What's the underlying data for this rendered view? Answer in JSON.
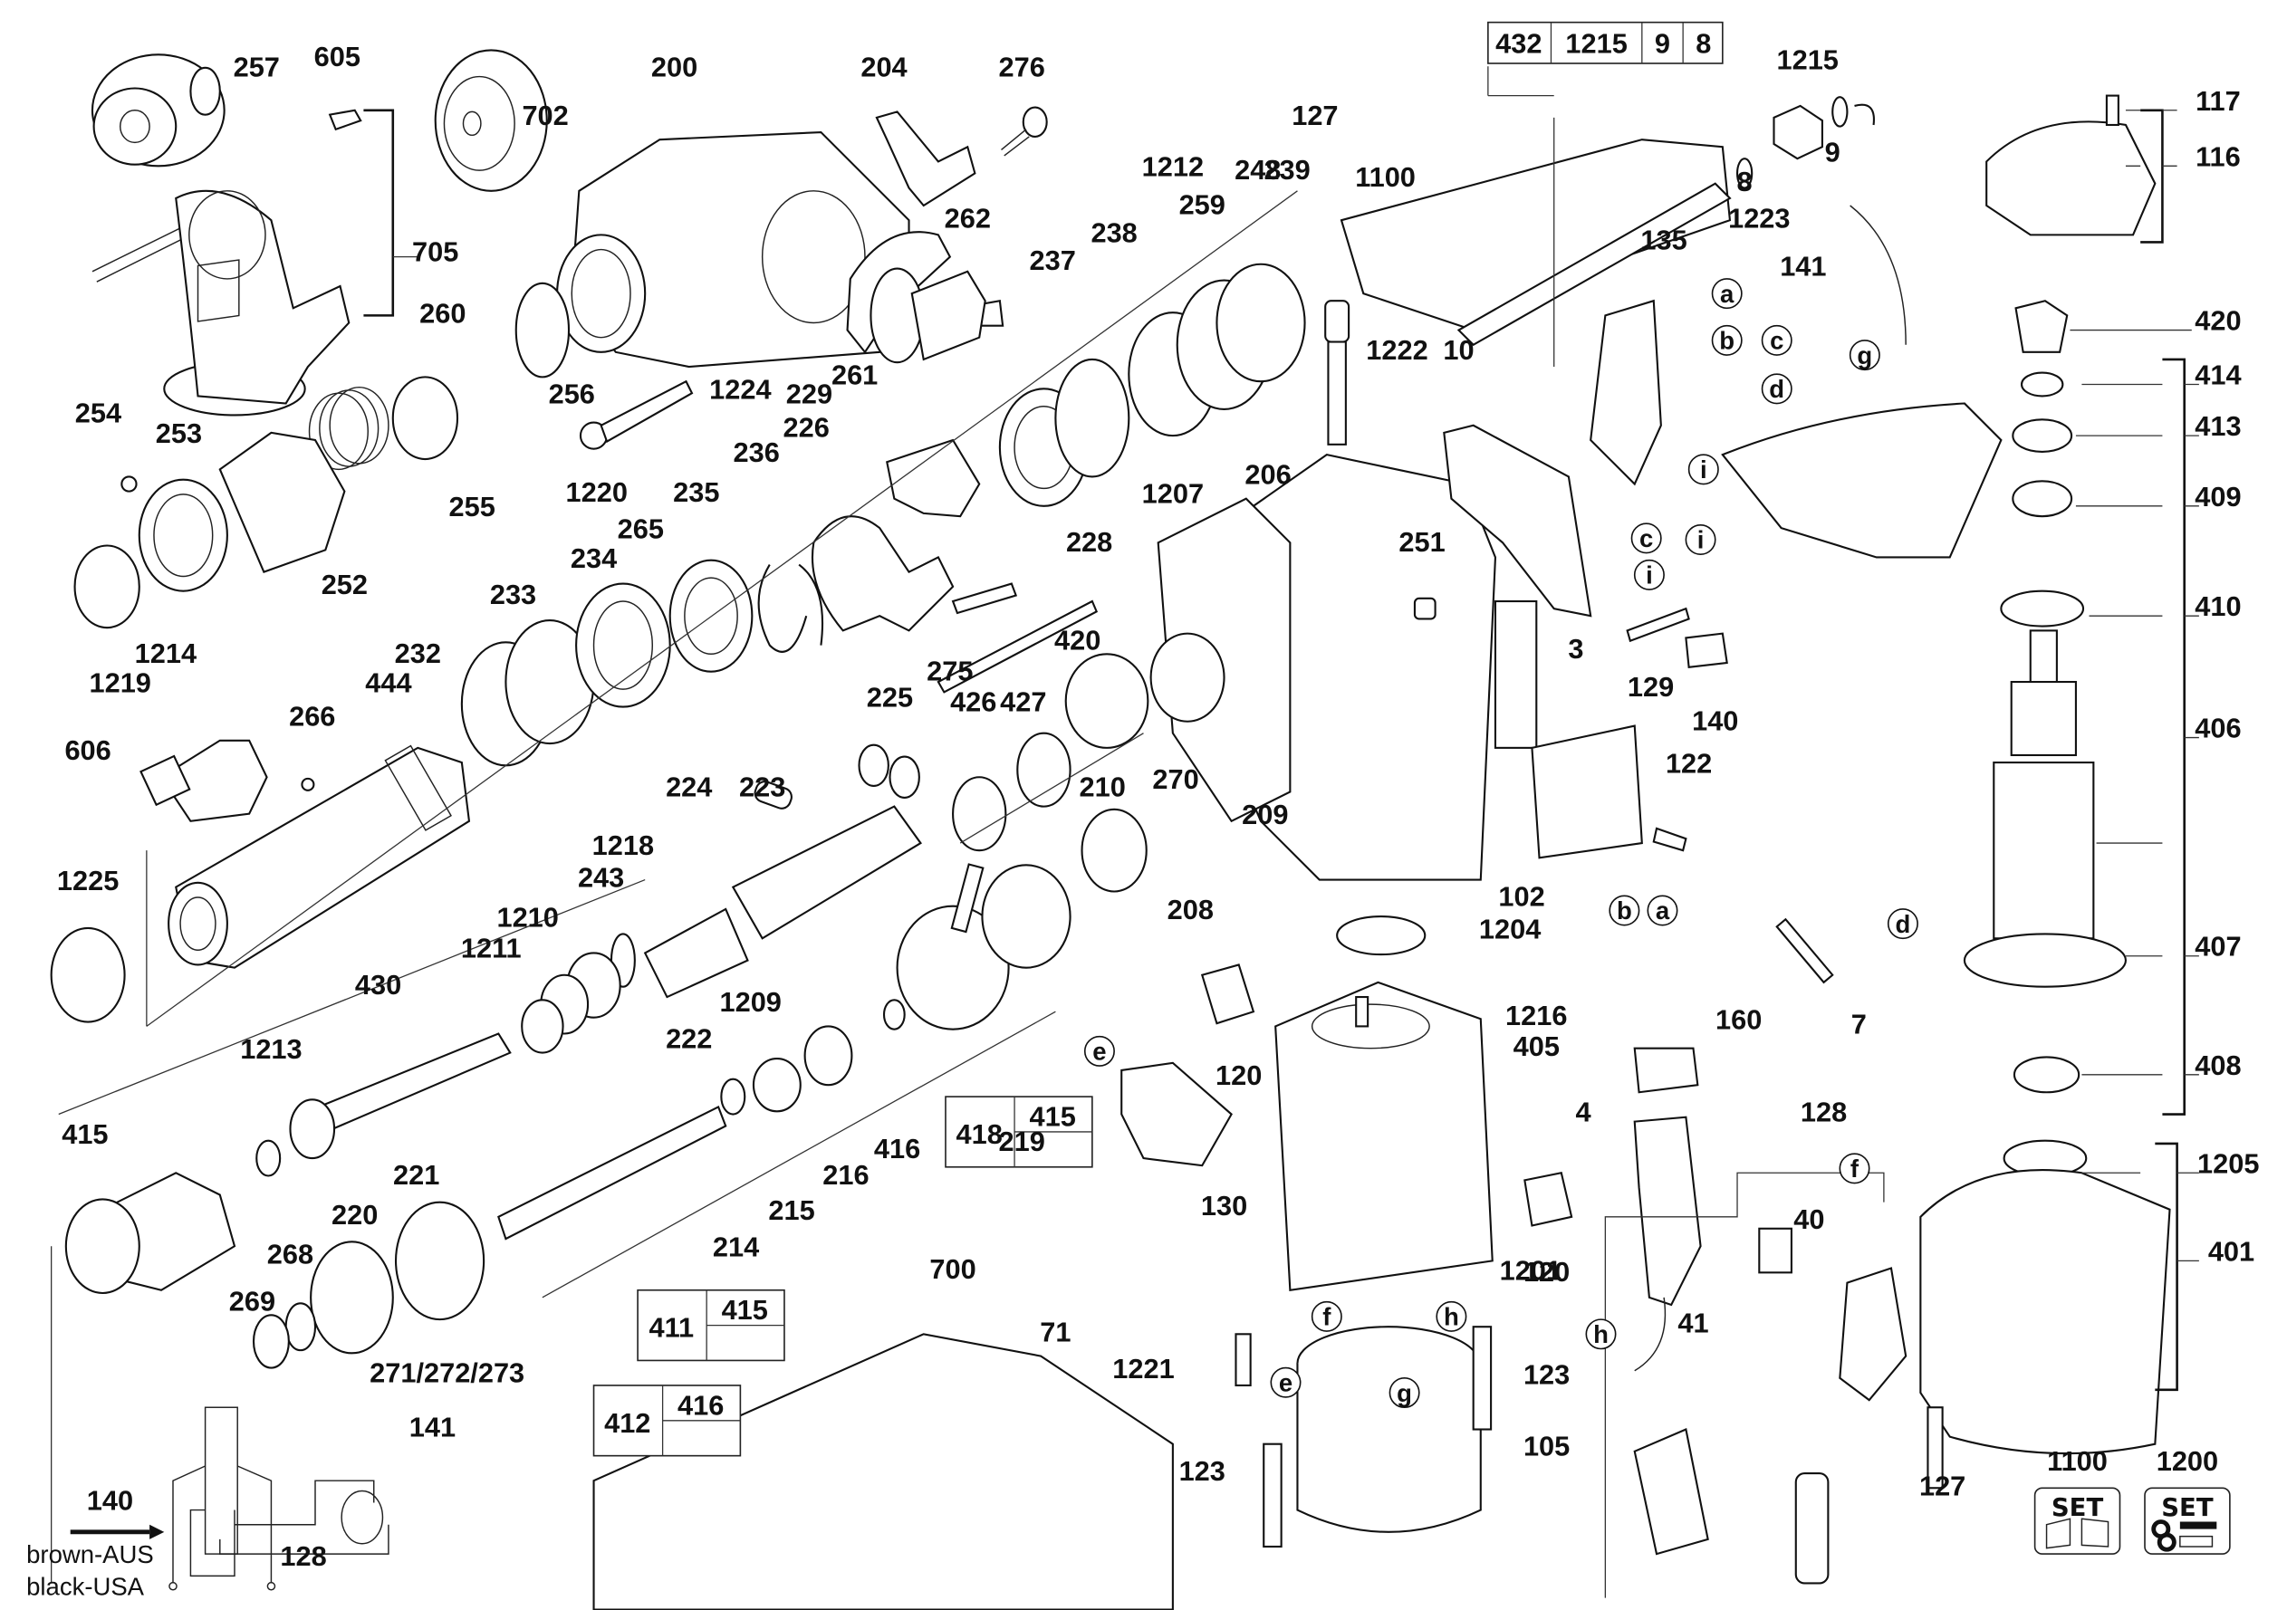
{
  "diagram": {
    "title": "Rotary hammer exploded parts diagram",
    "part_labels": [
      "257",
      "605",
      "702",
      "200",
      "204",
      "276",
      "127",
      "705",
      "260",
      "256",
      "262",
      "1223",
      "254",
      "253",
      "255",
      "252",
      "1214",
      "1219",
      "1220",
      "1224",
      "261",
      "229",
      "226",
      "236",
      "235",
      "265",
      "234",
      "233",
      "232",
      "444",
      "266",
      "606",
      "1225",
      "1212",
      "248",
      "239",
      "259",
      "238",
      "237",
      "1222",
      "206",
      "1207",
      "251",
      "10",
      "228",
      "275",
      "225",
      "420",
      "427",
      "426",
      "224",
      "223",
      "210",
      "270",
      "209",
      "208",
      "1218",
      "243",
      "1210",
      "1211",
      "430",
      "222",
      "1209",
      "219",
      "1213",
      "415",
      "221",
      "220",
      "268",
      "269",
      "271/272/273",
      "214",
      "215",
      "216",
      "416",
      "3",
      "122",
      "102",
      "129",
      "140",
      "135",
      "1100",
      "1215",
      "8",
      "9",
      "141",
      "117",
      "116",
      "420",
      "414",
      "413",
      "409",
      "410",
      "406",
      "407",
      "408",
      "1204",
      "1216",
      "405",
      "160",
      "4",
      "120",
      "130",
      "1201",
      "120",
      "7",
      "128",
      "1221",
      "123",
      "123",
      "105",
      "40",
      "41",
      "127",
      "1205",
      "401",
      "700",
      "71",
      "128",
      "141",
      "140"
    ],
    "ref_boxes": [
      {
        "cells": [
          "432",
          "1215",
          "9",
          "8"
        ]
      },
      {
        "main": "418",
        "sub": "415"
      },
      {
        "main": "411",
        "sub": "415"
      },
      {
        "main": "412",
        "sub": "416"
      }
    ],
    "connector_letters": [
      "a",
      "b",
      "c",
      "d",
      "i",
      "i",
      "g",
      "c",
      "i",
      "b",
      "a",
      "d",
      "e",
      "e",
      "f",
      "g",
      "h",
      "h",
      "f"
    ],
    "wiring_legend": {
      "line1": "brown-AUS",
      "line2": "black-USA",
      "arrow_icon": "arrow-right-icon"
    },
    "sets": [
      {
        "number": "1100",
        "label": "SET",
        "icon": "housing-parts-icon"
      },
      {
        "number": "1200",
        "label": "SET",
        "icon": "screws-washers-icon"
      }
    ]
  }
}
